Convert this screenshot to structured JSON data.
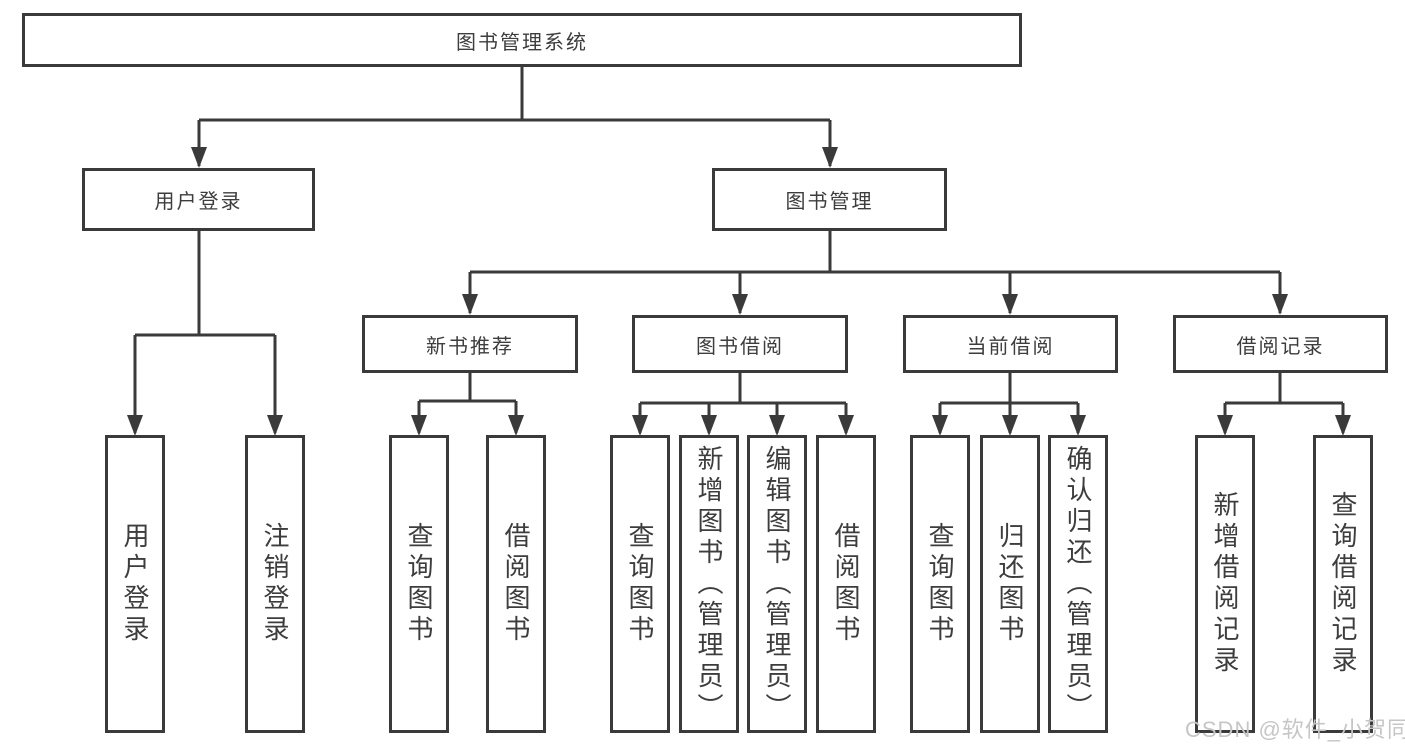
{
  "diagram": {
    "root": {
      "label": "图书管理系统"
    },
    "branches": [
      {
        "label": "用户登录",
        "children": [
          {
            "label": "用户登录"
          },
          {
            "label": "注销登录"
          }
        ]
      },
      {
        "label": "图书管理",
        "children": [
          {
            "label": "新书推荐",
            "children": [
              {
                "label": "查询图书"
              },
              {
                "label": "借阅图书"
              }
            ]
          },
          {
            "label": "图书借阅",
            "children": [
              {
                "label": "查询图书"
              },
              {
                "label": "新增图书（管理员）"
              },
              {
                "label": "编辑图书（管理员）"
              },
              {
                "label": "借阅图书"
              }
            ]
          },
          {
            "label": "当前借阅",
            "children": [
              {
                "label": "查询图书"
              },
              {
                "label": "归还图书"
              },
              {
                "label": "确认归还（管理员）"
              }
            ]
          },
          {
            "label": "借阅记录",
            "children": [
              {
                "label": "新增借阅记录"
              },
              {
                "label": "查询借阅记录"
              }
            ]
          }
        ]
      }
    ],
    "colors": {
      "border": "#3a3a3a",
      "line": "#3a3a3a",
      "text": "#3d3d3d",
      "watermark": "#c6c6c6",
      "background": "#ffffff"
    }
  },
  "watermark": {
    "text": "CSDN @软件_小贺同学"
  }
}
